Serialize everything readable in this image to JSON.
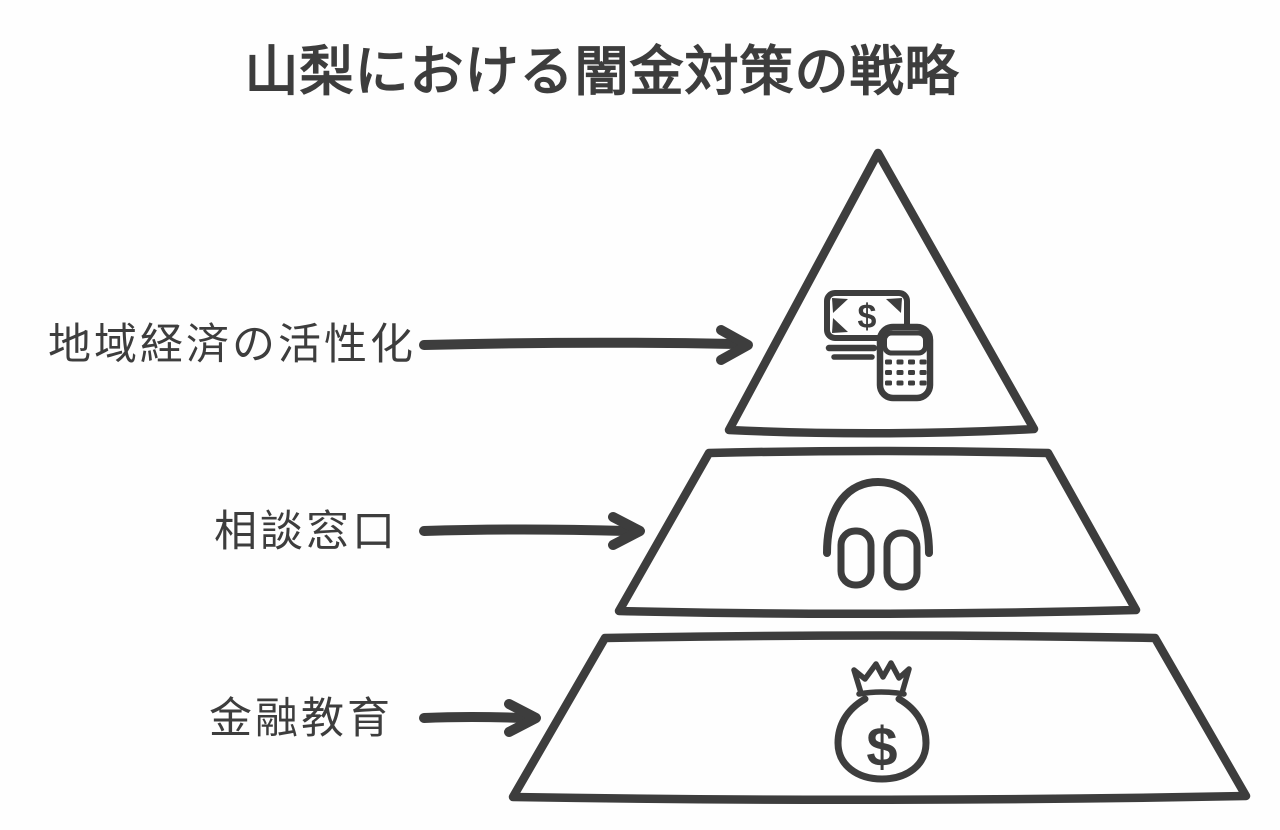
{
  "title": "山梨における闇金対策の戦略",
  "colors": {
    "ink": "#3d3d3d",
    "bg": "#fefefe"
  },
  "pyramid": {
    "tiers": [
      {
        "position": "top",
        "label": "地域経済の活性化",
        "icon": "banknote-and-calculator"
      },
      {
        "position": "middle",
        "label": "相談窓口",
        "icon": "headphones"
      },
      {
        "position": "bottom",
        "label": "金融教育",
        "icon": "money-bag"
      }
    ]
  },
  "glyphs": {
    "banknote_dollar": "$",
    "moneybag_dollar": "$"
  }
}
